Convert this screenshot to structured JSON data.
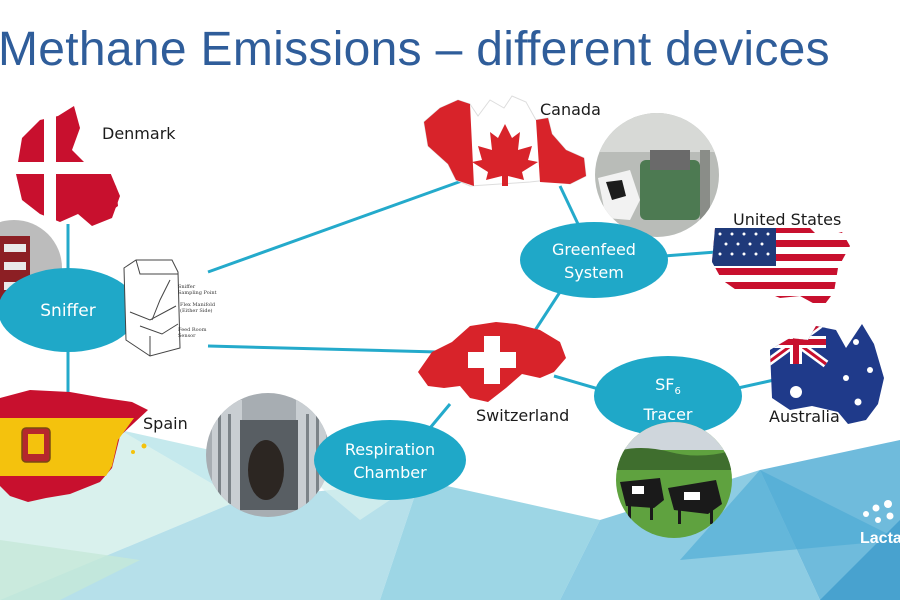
{
  "slide": {
    "title": "Methane Emissions – different devices",
    "brand": "Lacta"
  },
  "countries": {
    "denmark": "Denmark",
    "canada": "Canada",
    "united_states": "United States",
    "spain": "Spain",
    "switzerland": "Switzerland",
    "australia": "Australia"
  },
  "devices": {
    "sniffer": "Sniffer",
    "greenfeed_line1": "Greenfeed",
    "greenfeed_line2": "System",
    "sf6_base": "SF",
    "sf6_sub": "6",
    "sf6_line2": "Tracer",
    "respiration_line1": "Respiration",
    "respiration_line2": "Chamber"
  },
  "sniffer_schematic": {
    "label1": "Sniffer",
    "label2": "Sampling Point",
    "label3": "Flex Manifold",
    "label4": "(Either Side)",
    "label5": "Feed Room",
    "label6": "Sensor"
  },
  "colors": {
    "title": "#2f5d9a",
    "node_fill": "#1fa8c8",
    "connector": "#24aacb",
    "flag_red": "#d8232a"
  }
}
